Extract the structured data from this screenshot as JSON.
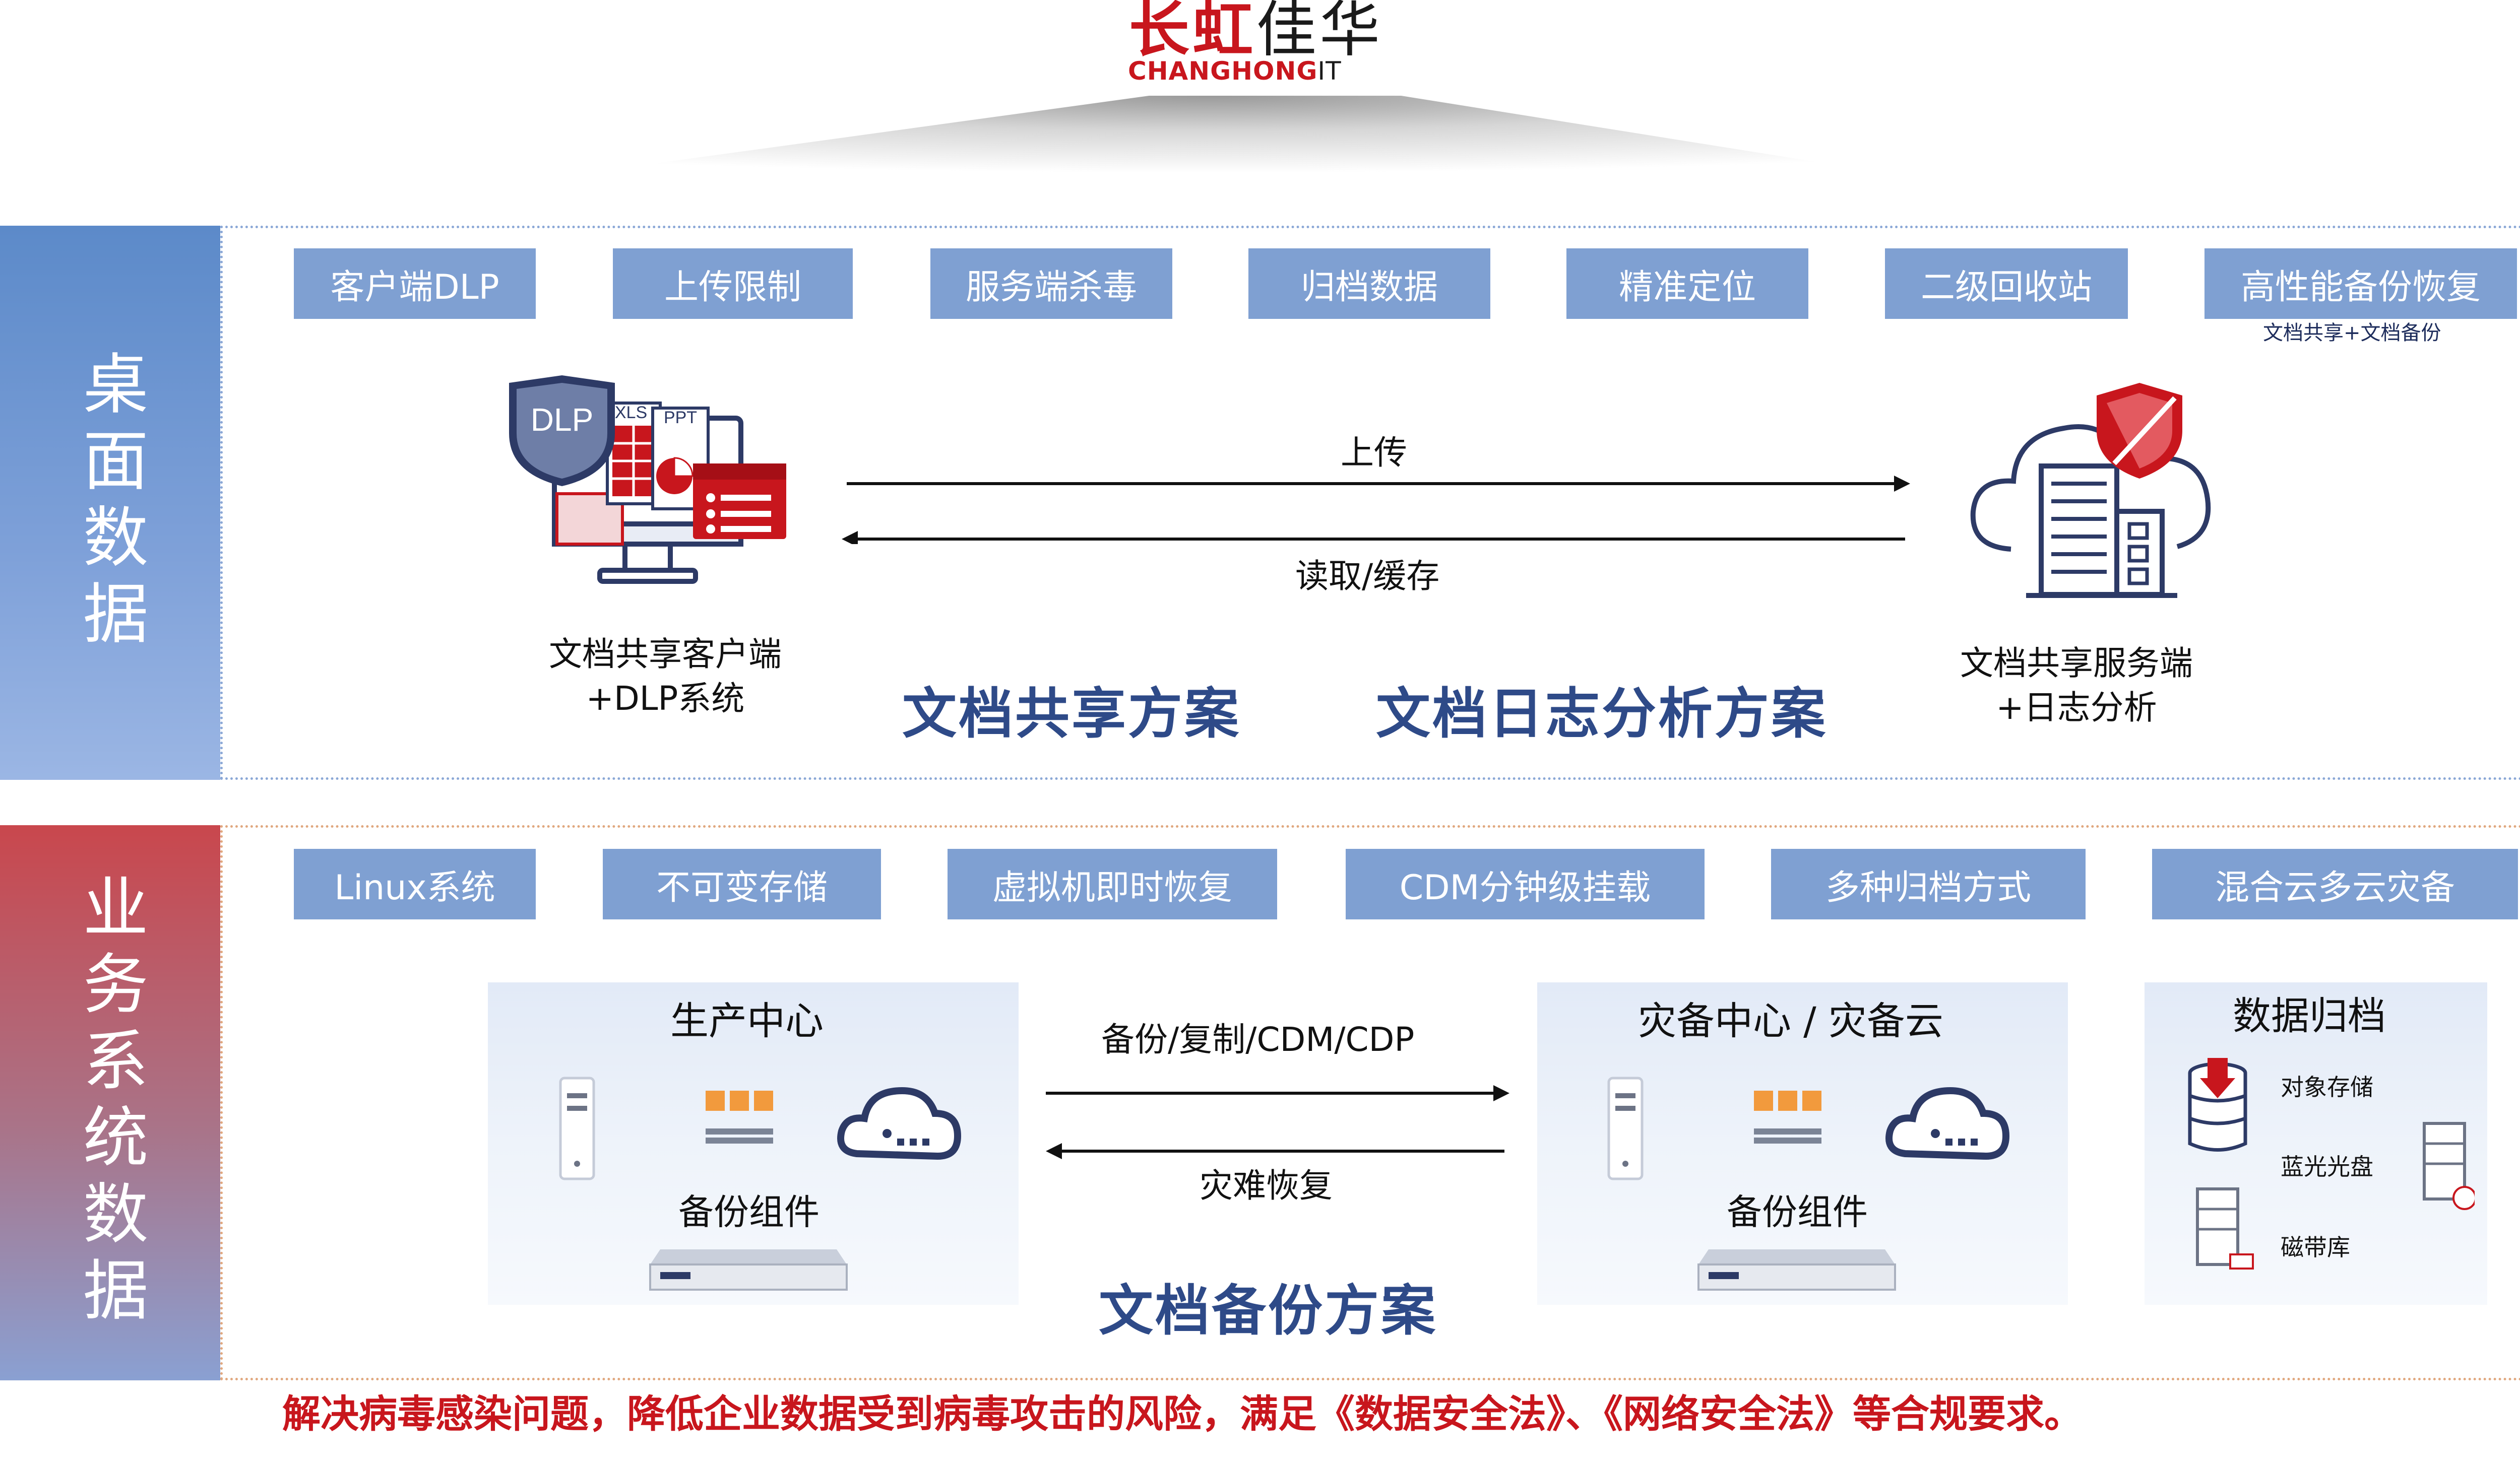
{
  "logo": {
    "cn_red": "长虹",
    "cn_black": "佳华",
    "en_red": "CHANGHONG",
    "en_black": "IT"
  },
  "sides": {
    "top": "桌面数据",
    "bottom": "业务系统数据"
  },
  "top_tags": [
    "客户端DLP",
    "上传限制",
    "服务端杀毒",
    "归档数据",
    "精准定位",
    "二级回收站",
    "高性能备份恢复"
  ],
  "top_tag_sub": "文档共享+文档备份",
  "top_flow": {
    "upload": "上传",
    "read_cache": "读取/缓存",
    "client_caption_1": "文档共享客户端",
    "client_caption_2": "+DLP系统",
    "server_caption_1": "文档共享服务端",
    "server_caption_2": "+日志分析",
    "solution_1": "文档共享方案",
    "solution_2": "文档日志分析方案",
    "icon_dlp": "DLP",
    "icon_xls": "XLS",
    "icon_ppt": "PPT"
  },
  "bottom_tags": [
    "Linux系统",
    "不可变存储",
    "虚拟机即时恢复",
    "CDM分钟级挂载",
    "多种归档方式",
    "混合云多云灾备"
  ],
  "bottom_flow": {
    "prod_title": "生产中心",
    "dr_title": "灾备中心 / 灾备云",
    "backup_component": "备份组件",
    "forward": "备份/复制/CDM/CDP",
    "backward": "灾难恢复",
    "solution": "文档备份方案",
    "archive_title": "数据归档",
    "archive_items": [
      "对象存储",
      "蓝光光盘",
      "磁带库"
    ]
  },
  "bottom_note": "解决病毒感染问题，降低企业数据受到病毒攻击的风险，满足《数据安全法》、《网络安全法》等合规要求。",
  "colors": {
    "brand_red": "#c8161d",
    "tag_blue": "#7fa0d2",
    "title_blue": "#2e4a88",
    "navy": "#2d3a66"
  }
}
